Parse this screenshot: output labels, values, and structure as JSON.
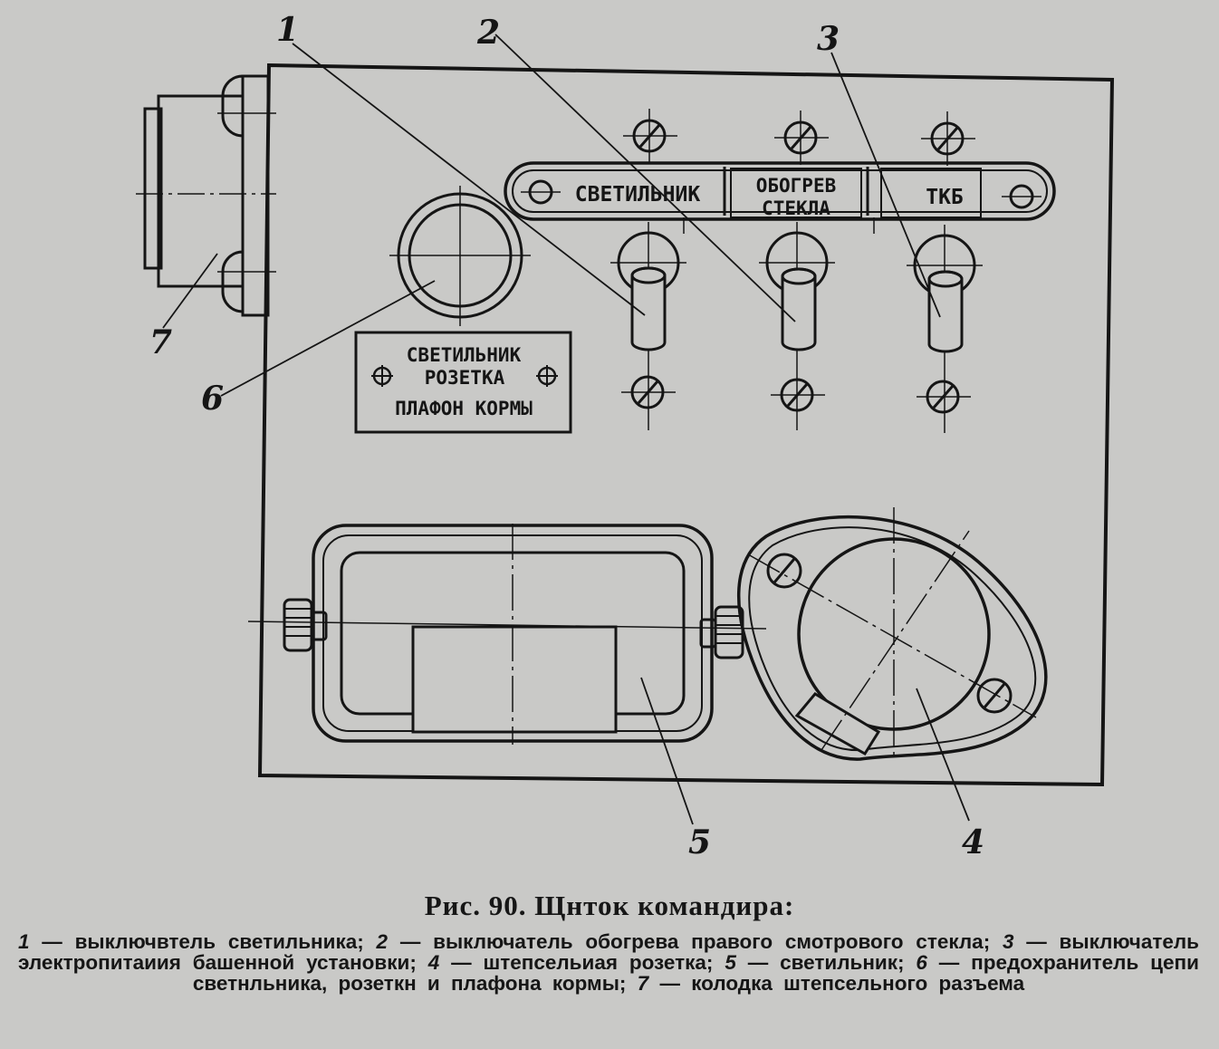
{
  "figure": {
    "callouts": [
      "1",
      "2",
      "3",
      "4",
      "5",
      "6",
      "7"
    ],
    "plates": {
      "svetilnik": "СВЕТИЛЬНИК",
      "obogrev_line1": "ОБОГРЕВ",
      "obogrev_line2": "СТЕКЛА",
      "tkb": "ТКБ",
      "fuse_line1": "СВЕТИЛЬНИК",
      "fuse_line2": "РОЗЕТКА",
      "fuse_line3": "ПЛАФОН КОРМЫ"
    }
  },
  "caption": {
    "title": "Рис. 90. Щнток командира:",
    "items": [
      {
        "n": "1",
        "text": "выключвтель светильника;"
      },
      {
        "n": "2",
        "text": "выключатель обогрева правого смотрового стекла;"
      },
      {
        "n": "3",
        "text": "выключатель электропитаиия башенной установки;"
      },
      {
        "n": "4",
        "text": "штепсельиая розетка;"
      },
      {
        "n": "5",
        "text": "светильник;"
      },
      {
        "n": "6",
        "text": "предохранитель цепи светнльника, розеткн и плафона кормы;"
      },
      {
        "n": "7",
        "text": "колодка штепсельного разъема"
      }
    ]
  }
}
